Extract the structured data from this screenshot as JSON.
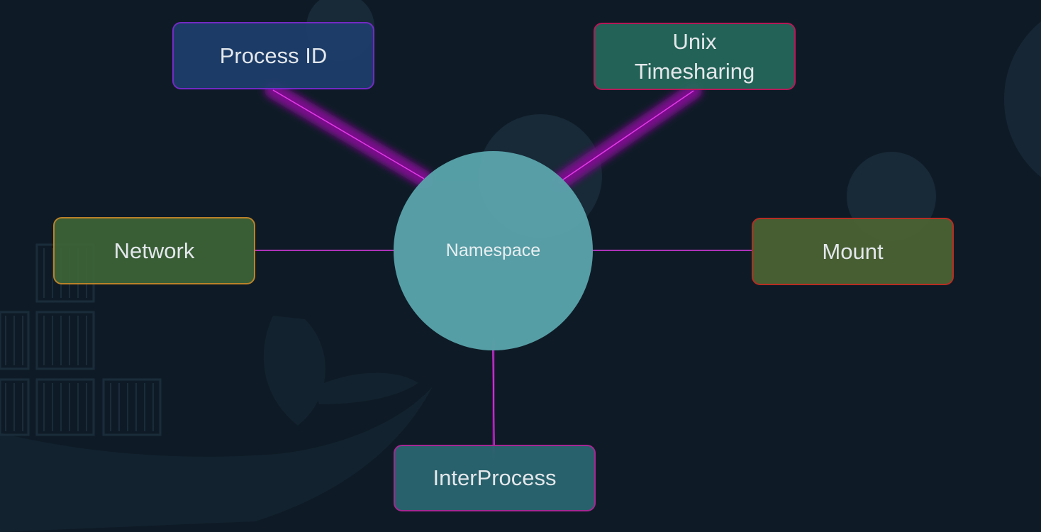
{
  "diagram": {
    "center": {
      "label": "Namespace"
    },
    "nodes": [
      {
        "id": "pid",
        "label": "Process ID",
        "fill": "#1e3e6c",
        "border": "#7b2bd0"
      },
      {
        "id": "uts",
        "label": "Unix\nTimesharing",
        "fill": "#25685a",
        "border": "#c2185b"
      },
      {
        "id": "net",
        "label": "Network",
        "fill": "#3d6438",
        "border": "#c88a2a"
      },
      {
        "id": "mnt",
        "label": "Mount",
        "fill": "#4b6433",
        "border": "#c42f22"
      },
      {
        "id": "ipc",
        "label": "InterProcess",
        "fill": "#2b6771",
        "border": "#b0289c"
      }
    ],
    "connector_color": "#cf23d6"
  }
}
